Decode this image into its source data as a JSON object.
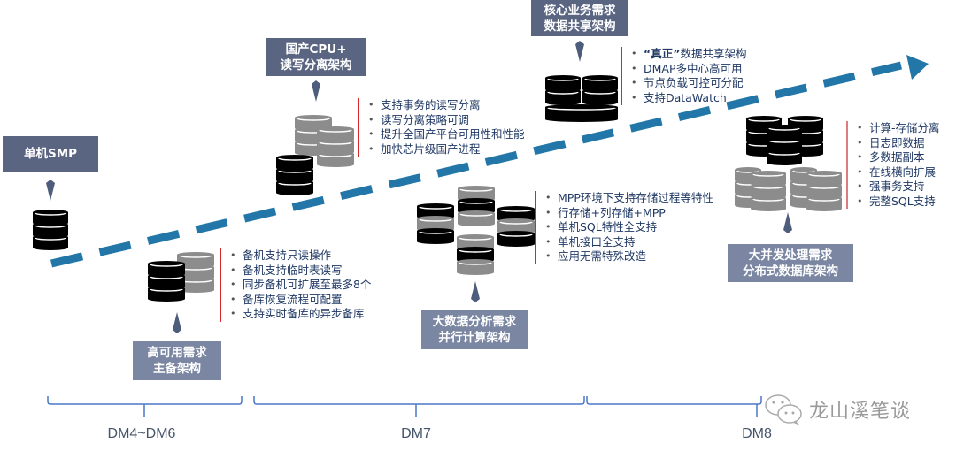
{
  "colors": {
    "arrow": "#2277a8",
    "label_dark": "#5a6582",
    "label_light": "#7b86a2",
    "bullet_text": "#1f3864",
    "divider_red": "#d9262a",
    "bracket": "#4a78c8",
    "db_black": "#000000",
    "db_gray": "#8c8c8c"
  },
  "stages": [
    {
      "id": "smp",
      "title_lines": [
        "单机SMP"
      ],
      "bullets": []
    },
    {
      "id": "ha",
      "title_lines": [
        "高可用需求",
        "主备架构"
      ],
      "bullets": [
        "备机支持只读操作",
        "备机支持临时表读写",
        "同步备机可扩展至最多8个",
        "备库恢复流程可配置",
        "支持实时备库的异步备库"
      ]
    },
    {
      "id": "rw",
      "title_lines": [
        "国产CPU+",
        "读写分离架构"
      ],
      "bullets": [
        "支持事务的读写分离",
        "读写分离策略可调",
        "提升全国产平台可用性和性能",
        "加快芯片级国产进程"
      ]
    },
    {
      "id": "mpp",
      "title_lines": [
        "大数据分析需求",
        "并行计算架构"
      ],
      "bullets": [
        "MPP环境下支持存储过程等特性",
        "行存储+列存储+MPP",
        "单机SQL特性全支持",
        "单机接口全支持",
        "应用无需特殊改造"
      ]
    },
    {
      "id": "dsc",
      "title_lines": [
        "核心业务需求",
        "数据共享架构"
      ],
      "bullets_first_strong": "“真正”",
      "bullets_first_rest": "数据共享架构",
      "bullets": [
        "DMAP多中心高可用",
        "节点负载可控可分配",
        "支持DataWatch"
      ]
    },
    {
      "id": "dist",
      "title_lines": [
        "大并发处理需求",
        "分布式数据库架构"
      ],
      "bullets": [
        "计算-存储分离",
        "日志即数据",
        "多数据副本",
        "在线横向扩展",
        "强事务支持",
        "完整SQL支持"
      ]
    }
  ],
  "versions": [
    {
      "label": "DM4~DM6"
    },
    {
      "label": "DM7"
    },
    {
      "label": "DM8"
    }
  ],
  "watermark": {
    "icon": "wechat-icon",
    "text": "龙山溪笔谈"
  }
}
